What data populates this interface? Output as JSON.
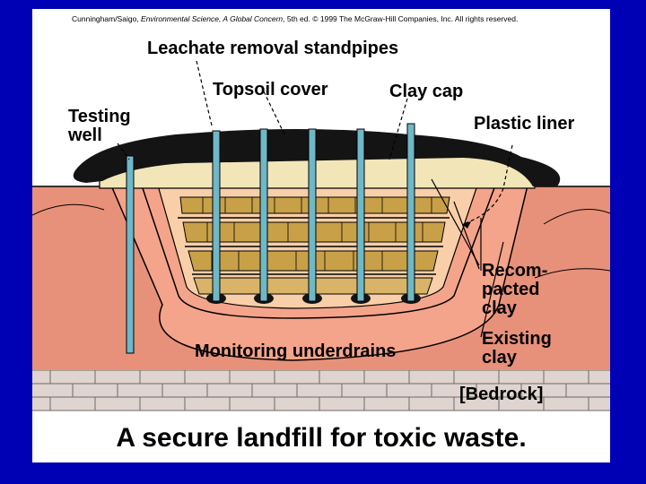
{
  "credit": {
    "authors": "Cunningham/Saigo, ",
    "book": "Environmental Science, A Global Concern",
    "rest": ", 5th ed. © 1999 The McGraw-Hill Companies, Inc. All rights reserved."
  },
  "labels": {
    "leachate": "Leachate removal standpipes",
    "topsoil": "Topsoil cover",
    "claycap": "Clay cap",
    "testing_well": "Testing\nwell",
    "plastic_liner": "Plastic liner",
    "recompacted": "Recom-\npacted\nclay",
    "existing": "Existing\nclay",
    "monitoring": "Monitoring underdrains",
    "bedrock": "Bedrock"
  },
  "caption": "A secure landfill for toxic waste.",
  "colors": {
    "page_background": "#0000b4",
    "slide_background": "#ffffff",
    "existing_clay": "#e8917a",
    "recompacted_clay": "#f4a48a",
    "waste_layers": "#c8a048",
    "waste_pit": "#f8cfa8",
    "topsoil": "#141414",
    "clay_cap": "#f2e6b8",
    "bedrock": "#e0d4d0",
    "standpipe": "#6fb8c8"
  }
}
